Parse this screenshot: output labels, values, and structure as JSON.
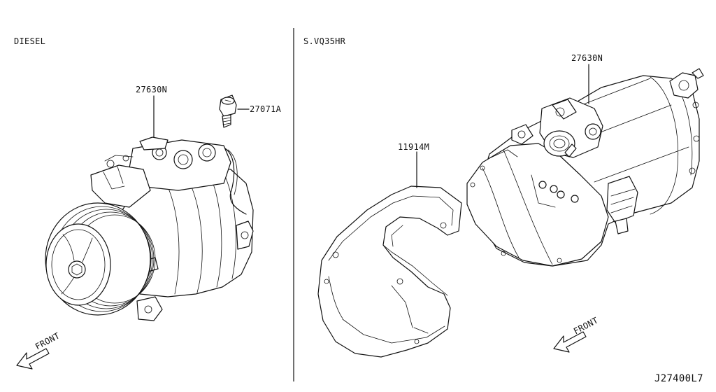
{
  "sections": {
    "left_title": "DIESEL",
    "right_title": "S.VQ35HR"
  },
  "callouts": {
    "left_compressor": "27630N",
    "bolt": "27071A",
    "right_compressor": "27630N",
    "heat_shield": "11914M"
  },
  "direction": {
    "left_front": "FRONT",
    "right_front": "FRONT"
  },
  "figure_id": "J27400L7"
}
